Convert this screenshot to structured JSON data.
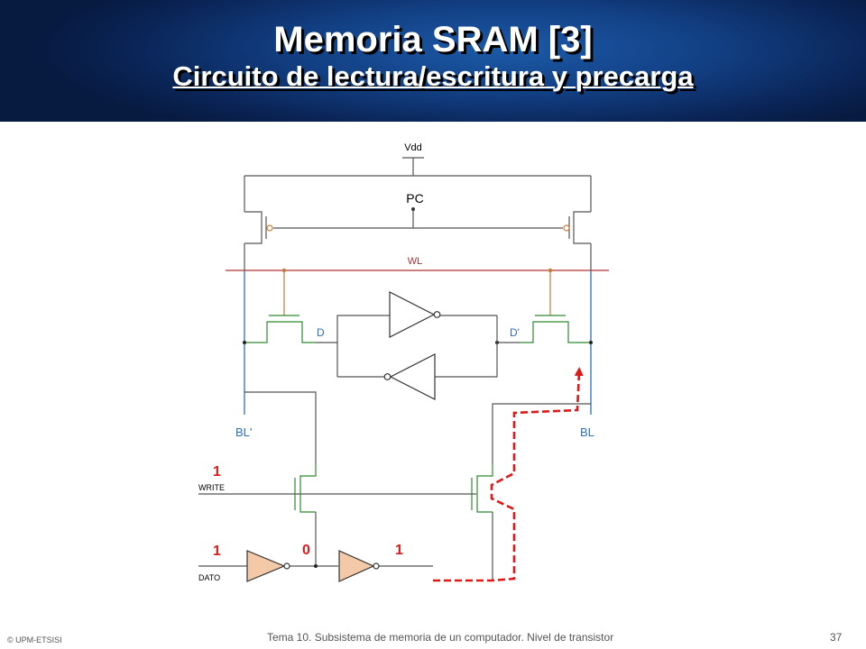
{
  "title": {
    "main": "Memoria SRAM [3]",
    "sub": "Circuito de lectura/escritura y precarga"
  },
  "labels": {
    "vdd": "Vdd",
    "pc": "PC",
    "wl": "WL",
    "d": "D",
    "d_prime": "D'",
    "bl_prime": "BL'",
    "bl": "BL",
    "write": "WRITE",
    "dato": "DATO"
  },
  "values": {
    "write": "1",
    "dato": "1",
    "inv1_out": "0",
    "inv2_out": "1"
  },
  "footer": {
    "left": "© UPM-ETSISI",
    "center": "Tema 10. Subsistema de memoria de un computador. Nivel de transistor",
    "page": "37"
  },
  "colors": {
    "gray_wire": "#555555",
    "blue_wire": "#2e6fb4",
    "green_wire": "#2f8a2f",
    "red_wire": "#b03030",
    "orange_wire": "#c87a3a",
    "inverter_fill": "#f4c9a8",
    "path_red": "#e01818"
  }
}
